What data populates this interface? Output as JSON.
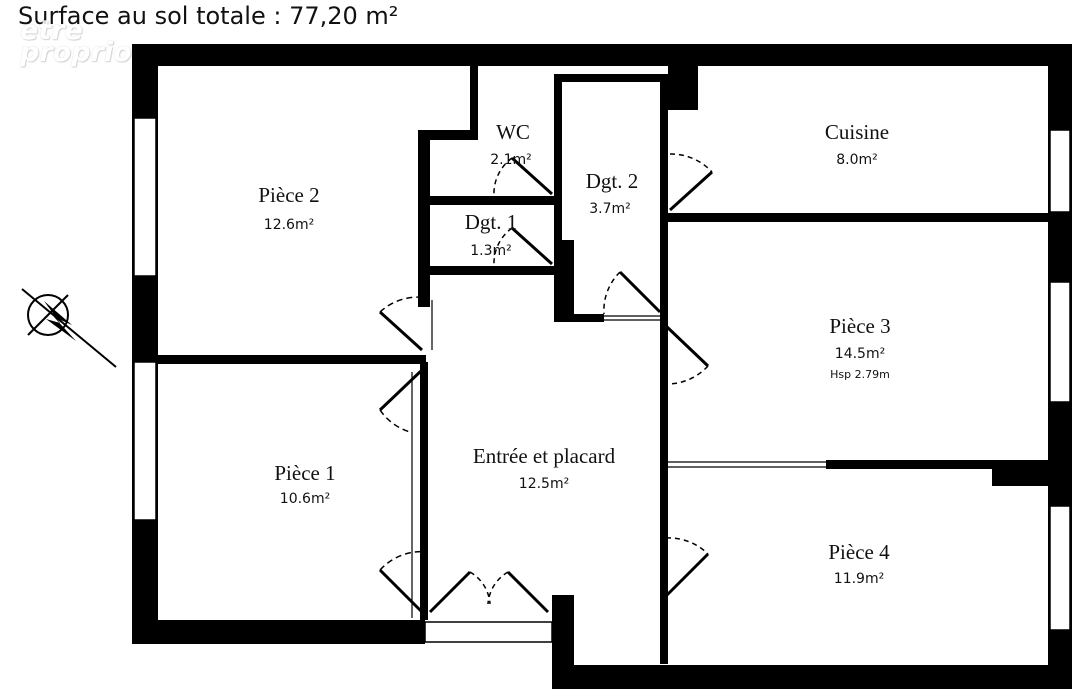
{
  "header": {
    "title": "Surface au sol totale : 77,20 m²"
  },
  "watermark": {
    "line1": "etre",
    "line2": "proprio"
  },
  "colors": {
    "wall": "#000000",
    "window": "#ffffff",
    "line": "#000000"
  },
  "compass": {
    "icon": "compass-north-icon"
  },
  "rooms": {
    "piece2": {
      "name": "Pièce 2",
      "area": "12.6m²"
    },
    "wc": {
      "name": "WC",
      "area": "2.1m²"
    },
    "dgt2": {
      "name": "Dgt. 2",
      "area": "3.7m²"
    },
    "cuisine": {
      "name": "Cuisine",
      "area": "8.0m²"
    },
    "dgt1": {
      "name": "Dgt. 1",
      "area": "1.3m²"
    },
    "piece3": {
      "name": "Pièce 3",
      "area": "14.5m²",
      "note": "Hsp 2.79m"
    },
    "piece1": {
      "name": "Pièce 1",
      "area": "10.6m²"
    },
    "entree": {
      "name": "Entrée et placard",
      "area": "12.5m²"
    },
    "piece4": {
      "name": "Pièce 4",
      "area": "11.9m²"
    }
  }
}
